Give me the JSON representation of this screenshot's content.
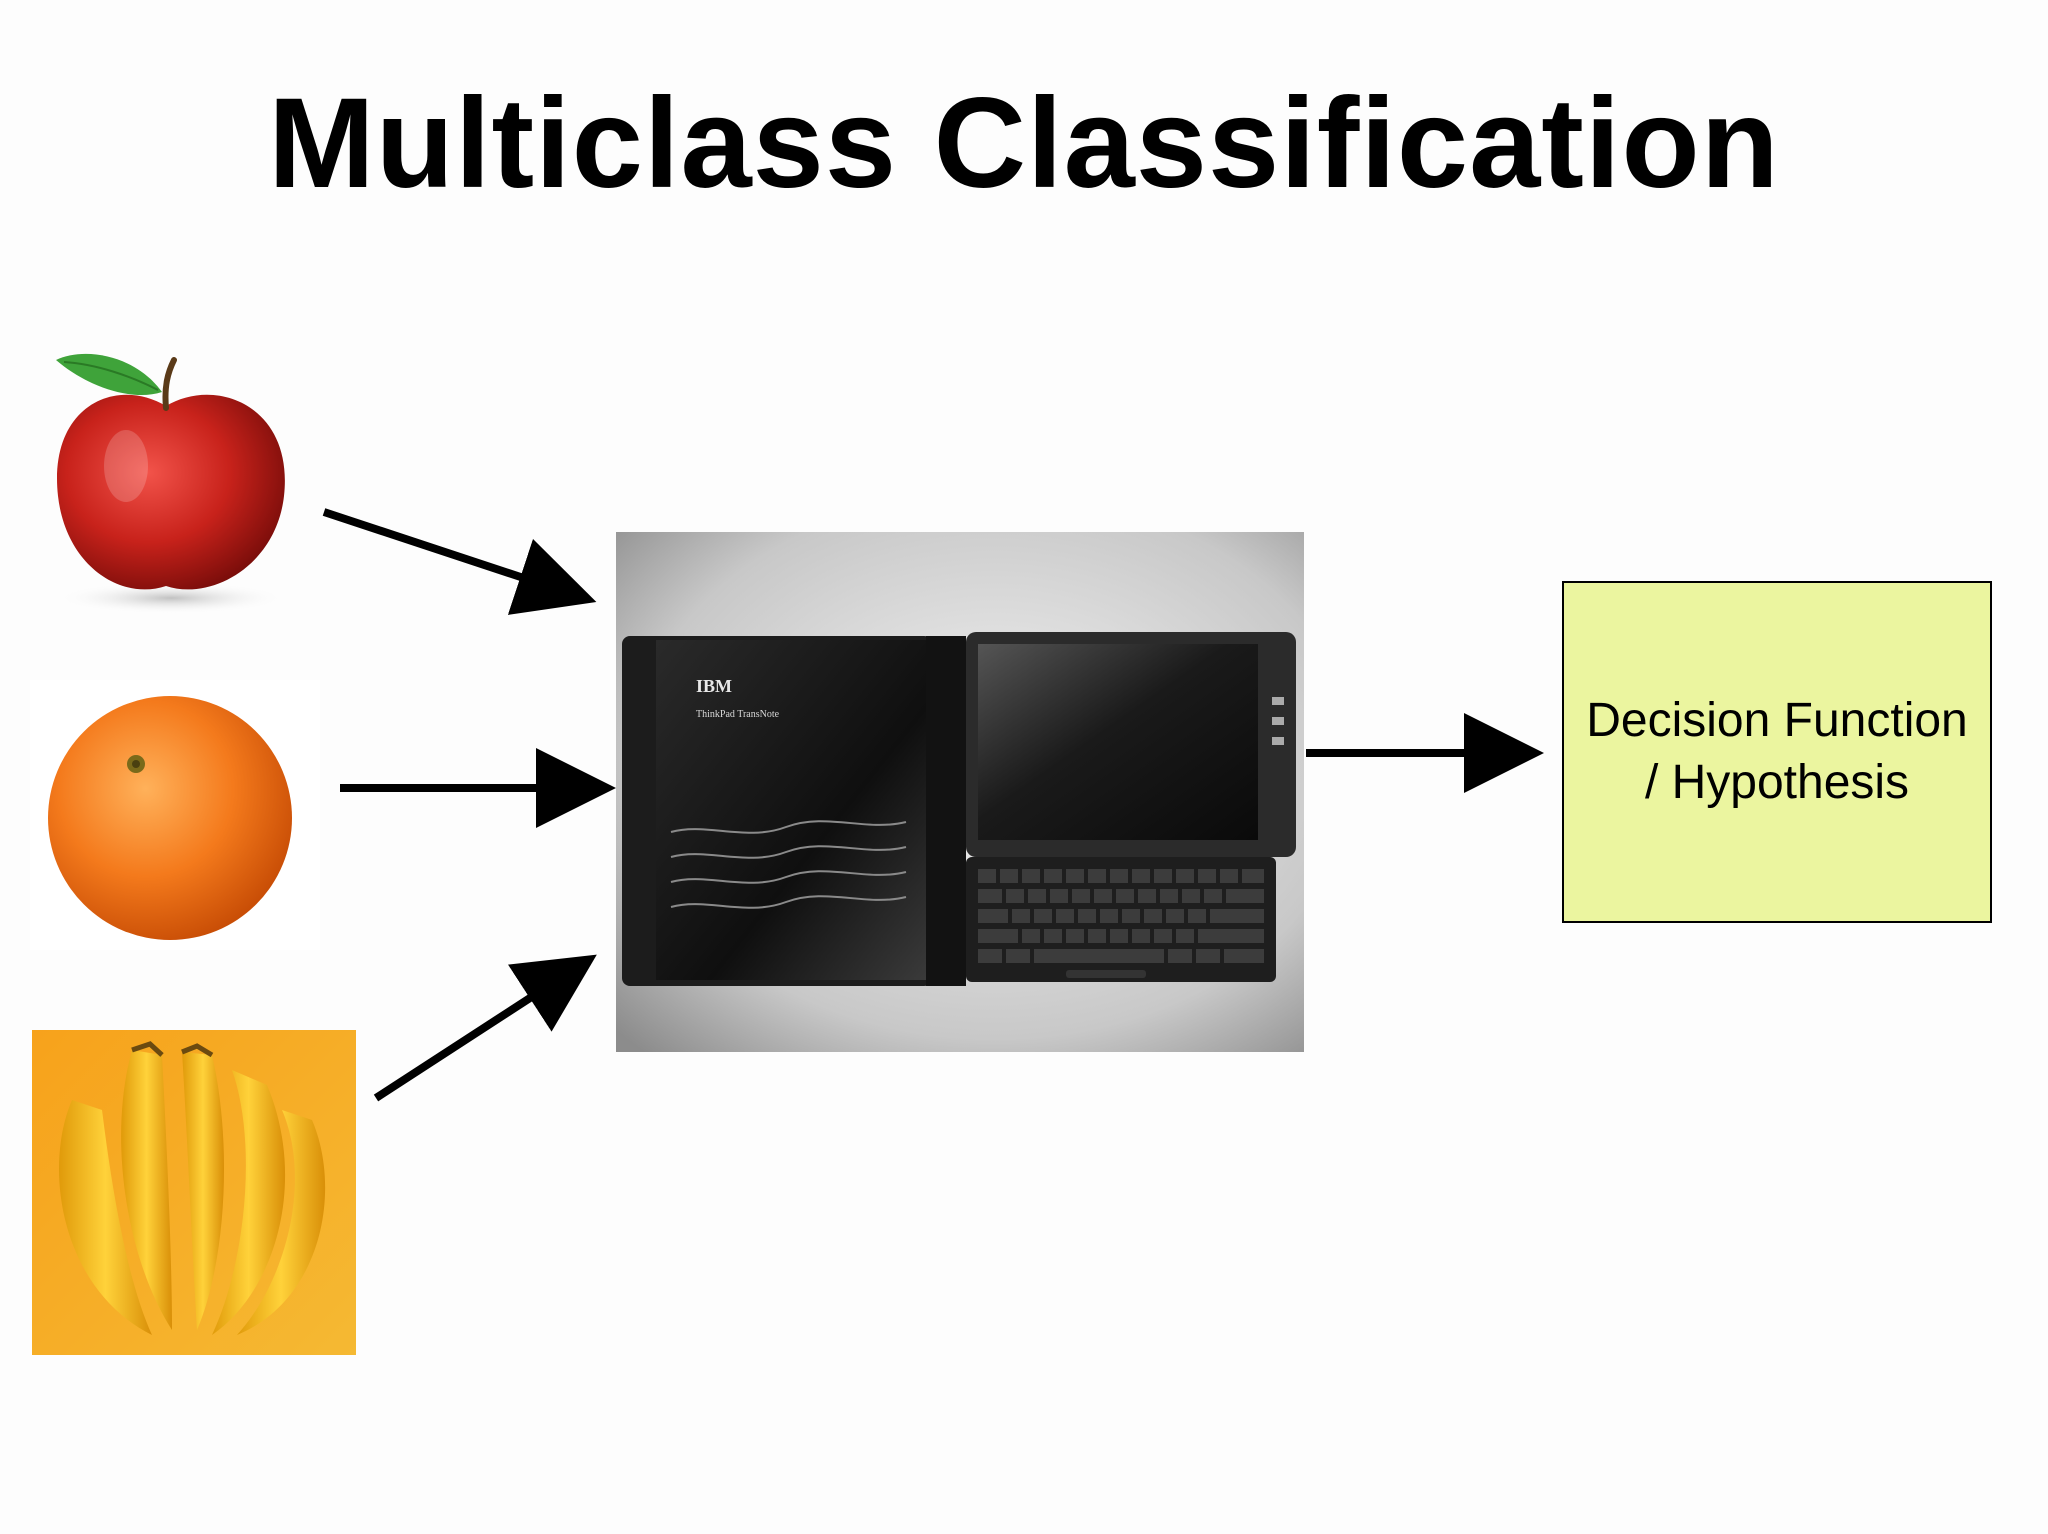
{
  "slide": {
    "title": "Multiclass Classification"
  },
  "inputs": [
    {
      "name": "apple",
      "icon": "apple-icon",
      "color": "#c8221b"
    },
    {
      "name": "orange",
      "icon": "orange-icon",
      "color": "#f47a1c"
    },
    {
      "name": "banana",
      "icon": "banana-icon",
      "color": "#f5b21a"
    }
  ],
  "device": {
    "icon": "tablet-laptop-photo",
    "brand": "IBM",
    "product": "ThinkPad TransNote"
  },
  "output_box": {
    "line1": "Decision Function",
    "line2": "/ Hypothesis",
    "fill": "#ebf59f"
  }
}
